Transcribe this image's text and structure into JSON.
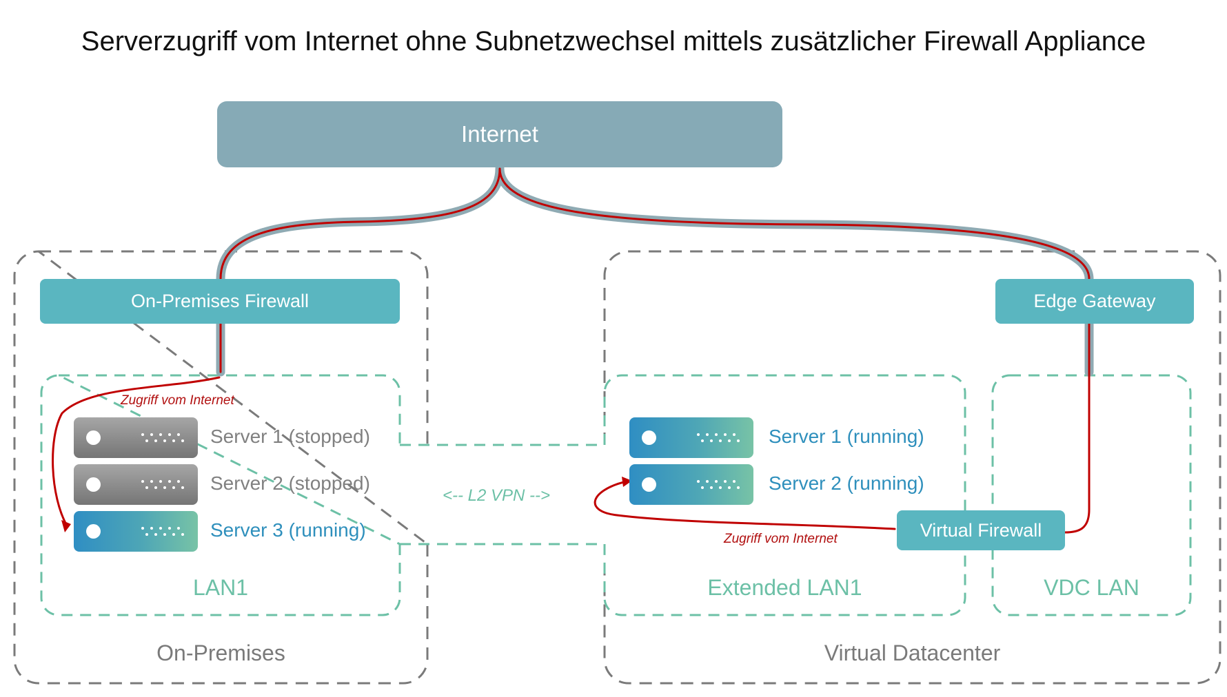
{
  "title": "Serverzugriff vom Internet ohne Subnetzwechsel mittels zusätzlicher Firewall Appliance",
  "nodes": {
    "internet": "Internet",
    "onprem_firewall": "On-Premises Firewall",
    "edge_gateway": "Edge Gateway",
    "virtual_firewall": "Virtual Firewall"
  },
  "onprem_servers": [
    {
      "label": "Server 1 (stopped)",
      "state": "stopped"
    },
    {
      "label": "Server 2 (stopped)",
      "state": "stopped"
    },
    {
      "label": "Server 3 (running)",
      "state": "running"
    }
  ],
  "vdc_servers": [
    {
      "label": "Server 1 (running)",
      "state": "running"
    },
    {
      "label": "Server 2 (running)",
      "state": "running"
    }
  ],
  "zones": {
    "lan1": "LAN1",
    "extended_lan1": "Extended LAN1",
    "vdc_lan": "VDC LAN"
  },
  "sites": {
    "onprem": "On-Premises",
    "vdc": "Virtual Datacenter"
  },
  "connections": {
    "l2vpn": "<-- L2 VPN -->",
    "access_left": "Zugriff vom Internet",
    "access_right": "Zugriff vom Internet"
  },
  "colors": {
    "internet": "#86aab6",
    "appliance": "#5ab6c0",
    "running_server": "#2f8ec3",
    "stopped_server": "#8c8c8c",
    "lan_border": "#6cc0a6",
    "site_border": "#7a7a7a",
    "access_path": "#b10f0f"
  }
}
